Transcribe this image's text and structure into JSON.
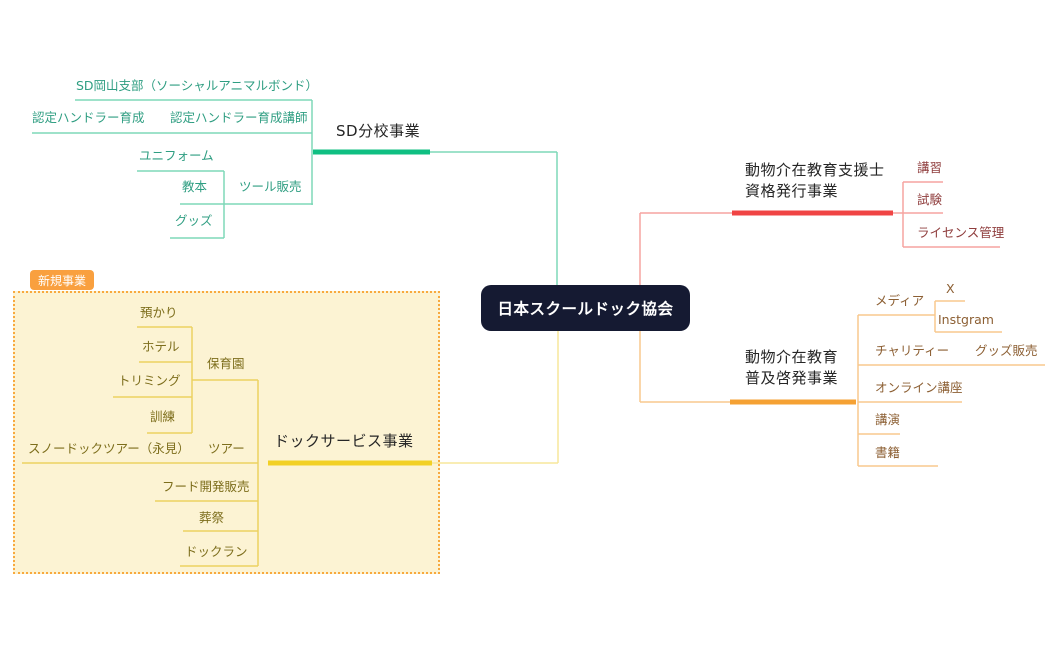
{
  "center": {
    "title": "日本スクールドック協会"
  },
  "badge_label": "新規事業",
  "branches": {
    "sd_bunko": {
      "label": "SD分校事業",
      "children": {
        "okayama": "SD岡山支部（ソーシャルアニマルボンド）",
        "handler_training": "認定ハンドラー育成",
        "handler_teacher": "認定ハンドラー育成講師",
        "tool_sales": "ツール販売",
        "uniform": "ユニフォーム",
        "textbook": "教本",
        "goods": "グッズ"
      }
    },
    "license": {
      "label_line1": "動物介在教育支援士",
      "label_line2": "資格発行事業",
      "children": {
        "koshu": "講習",
        "shiken": "試験",
        "license_mgmt": "ライセンス管理"
      }
    },
    "outreach": {
      "label_line1": "動物介在教育",
      "label_line2": "普及啓発事業",
      "children": {
        "media": "メディア",
        "x": "X",
        "instgram": "Instgram",
        "charity": "チャリティー",
        "goods_sales": "グッズ販売",
        "online_course": "オンライン講座",
        "lecture": "講演",
        "books": "書籍"
      }
    },
    "dog_service": {
      "label": "ドックサービス事業",
      "children": {
        "nursery": "保育園",
        "daycare": "預かり",
        "hotel": "ホテル",
        "trimming": "トリミング",
        "training": "訓練",
        "tour": "ツアー",
        "snow_tour": "スノードックツアー（永見）",
        "food_dev": "フード開発販売",
        "funeral": "葬祭",
        "dog_run": "ドックラン"
      }
    }
  },
  "colors": {
    "green_thick": "#10bf82",
    "green_line": "#7fd8b8",
    "green_text": "#2f9e82",
    "red_thick": "#f04444",
    "red_line": "#f5a4a0",
    "red_text": "#8f3d3d",
    "orange_thick": "#f5a133",
    "orange_line": "#f8c88e",
    "orange_text": "#8c5f33",
    "yellow_thick": "#f2d024",
    "yellow_line": "#ecd161",
    "yellow_pale": "#f7e79b",
    "yellow_text": "#7d6e1c",
    "panel_bg": "#fcf3d3",
    "panel_border": "#f8a93e",
    "badge_bg": "#f9a03f",
    "center_bg": "#151a32",
    "center_text": "#ffffff",
    "main_text": "#262626",
    "canvas_bg": "#ffffff"
  }
}
